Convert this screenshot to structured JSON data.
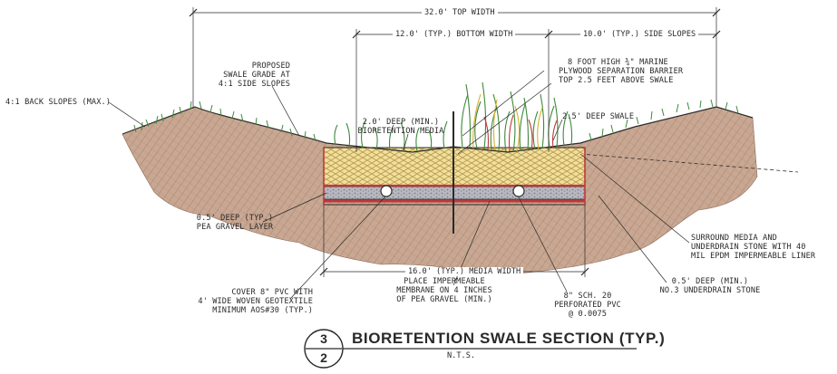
{
  "title": "BIORETENTION SWALE SECTION (TYP.)",
  "scale": "N.T.S.",
  "detail_bubble": {
    "detail": "3",
    "sheet": "2"
  },
  "dimensions": {
    "top_width": "32.0' TOP WIDTH",
    "bottom_width": "12.0' (TYP.) BOTTOM WIDTH",
    "side_slopes": "10.0' (TYP.) SIDE SLOPES",
    "media_width": "16.0' (TYP.) MEDIA WIDTH"
  },
  "labels": {
    "back_slopes": "4:1 BACK SLOPES (MAX.)",
    "proposed_grade": [
      "PROPOSED",
      "SWALE GRADE AT",
      "4:1 SIDE SLOPES"
    ],
    "media_depth": [
      "2.0' DEEP (MIN.)",
      "BIORETENTION MEDIA"
    ],
    "barrier": [
      "8 FOOT HIGH ¾\" MARINE",
      "PLYWOOD SEPARATION BARRIER",
      "TOP 2.5 FEET ABOVE SWALE"
    ],
    "swale_depth": "2.5' DEEP SWALE",
    "pea_gravel": [
      "0.5' DEEP (TYP.)",
      "PEA GRAVEL LAYER"
    ],
    "liner": [
      "SURROUND MEDIA AND",
      "UNDERDRAIN STONE WITH 40",
      "MIL EPDM IMPERMEABLE LINER"
    ],
    "underdrain_stone": [
      "0.5' DEEP (MIN.)",
      "NO.3 UNDERDRAIN STONE"
    ],
    "cover_pvc": [
      "COVER 8\" PVC WITH",
      "4' WIDE WOVEN GEOTEXTILE",
      "MINIMUM AOS#30 (TYP.)"
    ],
    "membrane": [
      "PLACE IMPERMEABLE",
      "MEMBRANE ON 4 INCHES",
      "OF PEA GRAVEL (MIN.)"
    ],
    "perforated_pvc": [
      "8\" SCH. 20",
      "PERFORATED PVC",
      "@ 0.0075"
    ]
  },
  "colors": {
    "soil": "#c9a893",
    "soil_hatch": "#a07a66",
    "media": "#f1df9a",
    "media_hatch": "#b89a52",
    "gravel": "#b9b9c2",
    "liner": "#c0383a",
    "grass": "#3d8a3a",
    "line": "#2a2a2a"
  }
}
